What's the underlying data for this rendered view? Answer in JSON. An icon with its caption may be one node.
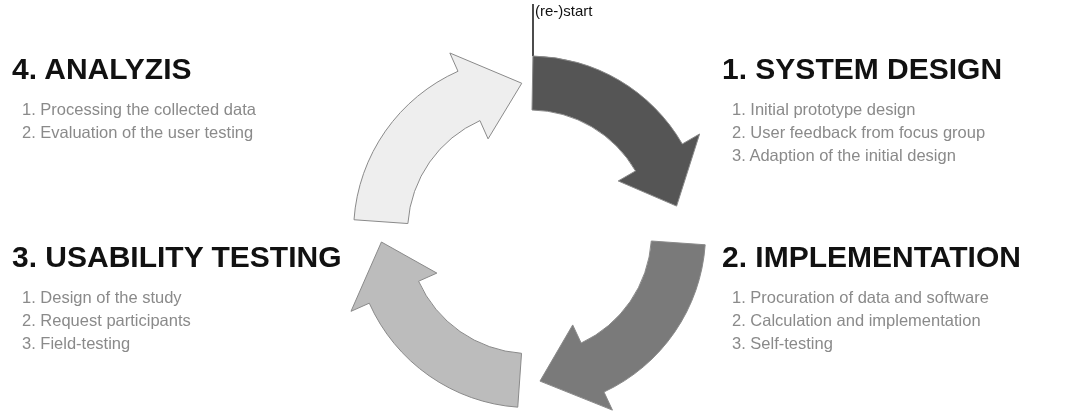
{
  "diagram": {
    "nodes": [
      {
        "text": [
          "1. SYSTEM DESIGN",
          "1. Initial prototype design",
          "2. User feedback from focus group",
          "3. Adaption of the initial design"
        ]
      },
      {
        "text": [
          "2. IMPLEMENTATION",
          "1. Procuration of data and software",
          "2. Calculation and implementation",
          "3. Self-testing"
        ]
      },
      {
        "text": [
          "3. USABILITY TESTING",
          "1. Design of the study",
          "2. Request participants",
          "3. Field-testing"
        ]
      },
      {
        "text": [
          "4. ANALYZIS",
          "1. Processing the collected data",
          "2. Evaluation of the user testing"
        ]
      },
      {
        "text": [
          "(re-)start"
        ]
      },
      {
        "text": [],
        "shape": "arrow"
      },
      {
        "text": [],
        "shape": "arrow"
      },
      {
        "text": [],
        "shape": "arrow"
      },
      {
        "text": [],
        "shape": "arrow"
      }
    ],
    "edges": [
      {
        "from": 4,
        "to": 6,
        "arrow": "none"
      }
    ]
  }
}
